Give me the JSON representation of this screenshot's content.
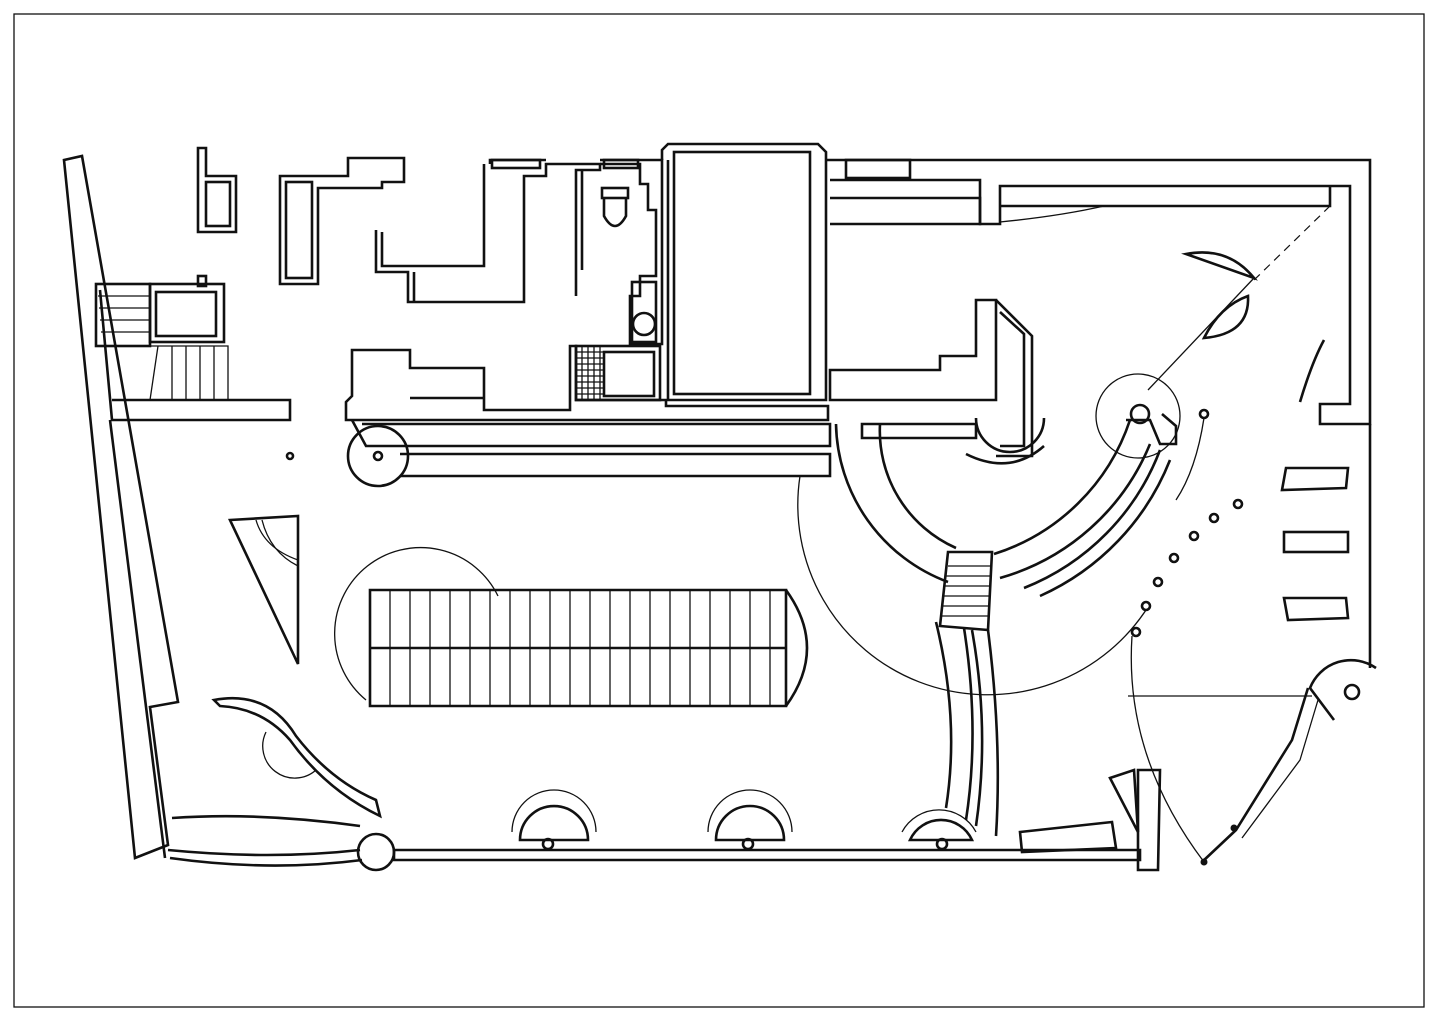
{
  "drawing": {
    "type": "architectural-floor-plan",
    "line_color": "#111111",
    "background": "#ffffff",
    "elements": [
      "sheet-border",
      "exterior-walls",
      "service-rooms",
      "toilet-fixtures",
      "central-staircase",
      "spiral-staircase",
      "entry-staircase",
      "door-swings",
      "columns",
      "display-shelves",
      "curved-partitions"
    ]
  }
}
